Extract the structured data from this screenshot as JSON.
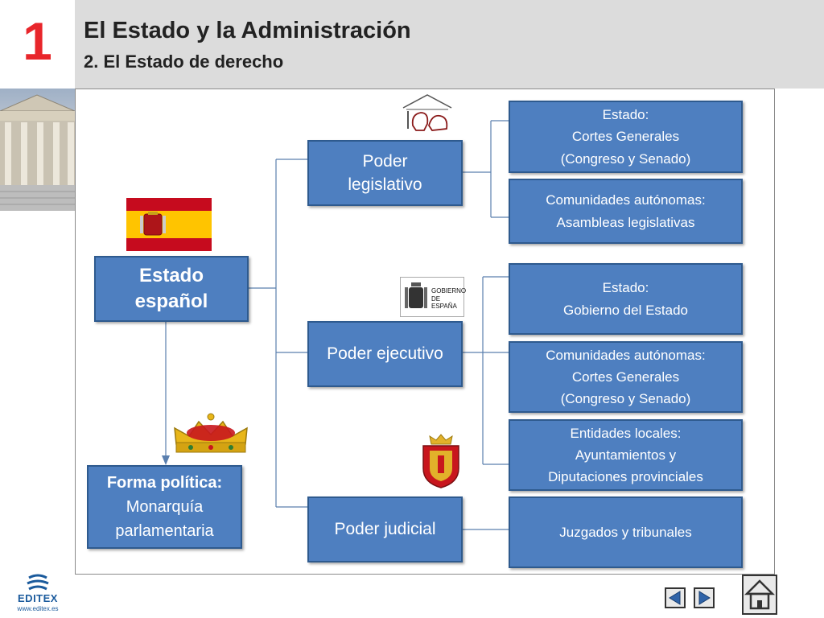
{
  "header": {
    "chapter_number": "1",
    "title": "El Estado y la Administración",
    "subtitle": "2. El Estado de derecho"
  },
  "diagram": {
    "estado_espanol": "Estado\nespañol",
    "forma_politica": {
      "title": "Forma política:",
      "line1": "Monarquía",
      "line2": "parlamentaria"
    },
    "poderes": {
      "legislativo": "Poder\nlegislativo",
      "ejecutivo": "Poder ejecutivo",
      "judicial": "Poder judicial"
    },
    "legislativo_items": [
      "Estado:\nCortes Generales\n(Congreso y Senado)",
      "Comunidades autónomas:\nAsambleas legislativas"
    ],
    "ejecutivo_items": [
      "Estado:\nGobierno del Estado",
      "Comunidades autónomas:\nCortes Generales\n(Congreso y Senado)",
      "Entidades locales:\nAyuntamientos y\nDiputaciones provinciales"
    ],
    "judicial_items": [
      "Juzgados y tribunales"
    ],
    "gobierno_logo_text": "GOBIERNO\nDE ESPAÑA"
  },
  "footer": {
    "logo": "EDITEX",
    "url": "www.editex.es"
  },
  "colors": {
    "accent_red": "#e8262b",
    "box_blue": "#4e7fc0",
    "box_border": "#2e5a8e"
  }
}
